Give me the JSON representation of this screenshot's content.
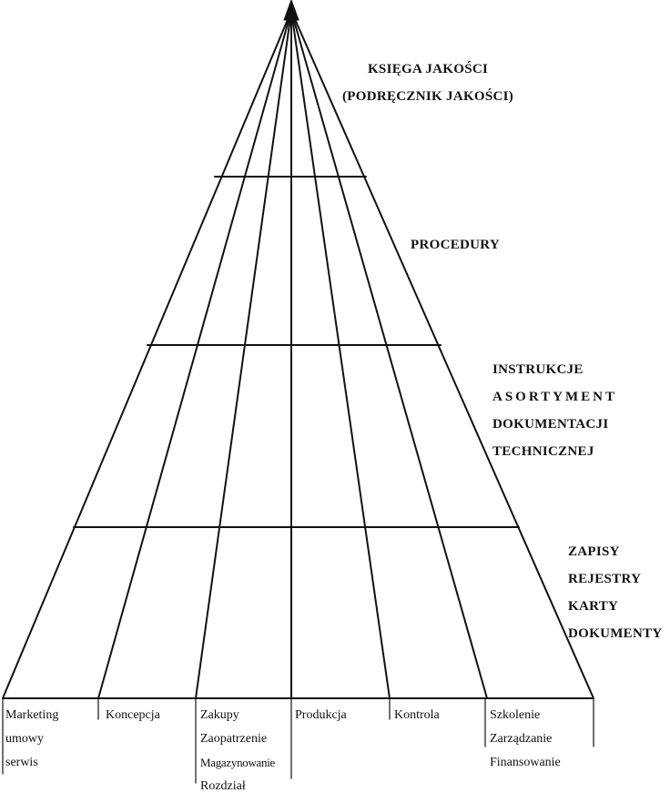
{
  "pyramid": {
    "levels": [
      {
        "lines": [
          "KSIĘGA JAKOŚCI",
          "(PODRĘCZNIK JAKOŚCI)"
        ]
      },
      {
        "lines": [
          "PROCEDURY"
        ]
      },
      {
        "lines": [
          "INSTRUKCJE",
          "ASORTYMENT",
          "DOKUMENTACJI",
          "TECHNICZNEJ"
        ]
      },
      {
        "lines": [
          "ZAPISY",
          "REJESTRY",
          "KARTY",
          "DOKUMENTY"
        ]
      }
    ],
    "columns": [
      {
        "lines": [
          "Marketing",
          "umowy",
          "serwis"
        ]
      },
      {
        "lines": [
          "Koncepcja"
        ]
      },
      {
        "lines": [
          "Zakupy",
          "Zaopatrzenie",
          "Magazynowanie",
          "Rozdział"
        ]
      },
      {
        "lines": [
          "Produkcja"
        ]
      },
      {
        "lines": [
          "Kontrola"
        ]
      },
      {
        "lines": [
          "Szkolenie",
          "Zarządzanie",
          "Finansowanie"
        ]
      }
    ]
  }
}
